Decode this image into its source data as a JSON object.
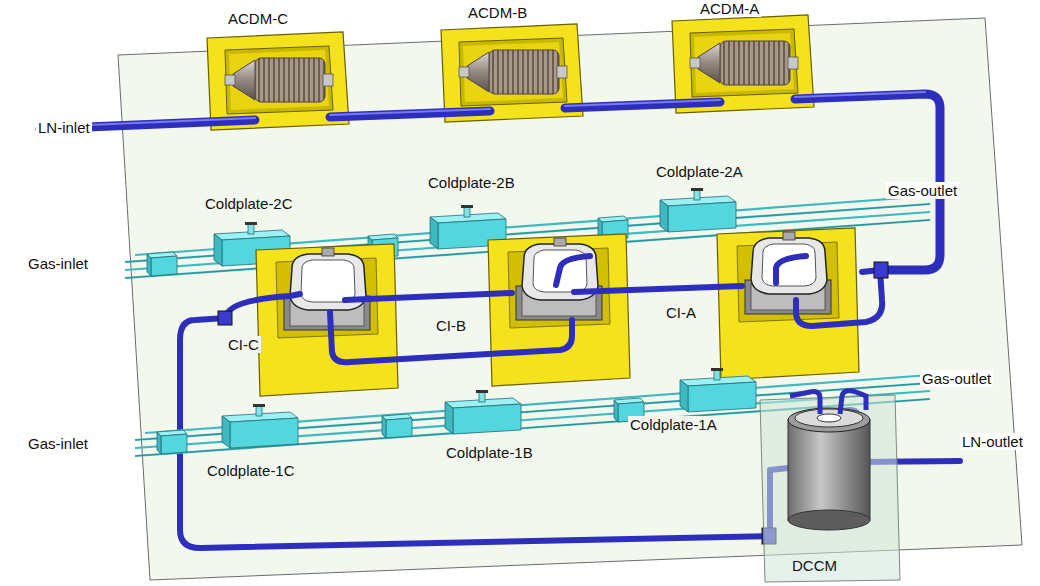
{
  "diagram": {
    "labels": [
      "ACDM-C",
      "ACDM-B",
      "ACDM-A",
      "LN-inlet",
      "Coldplate-2A",
      "Coldplate-2B",
      "Coldplate-2C",
      "Gas-outlet",
      "Gas-inlet",
      "CI-A",
      "CI-B",
      "CI-C",
      "Gas-outlet",
      "Gas-inlet",
      "Coldplate-1A",
      "Coldplate-1B",
      "Coldplate-1C",
      "LN-outlet",
      "DCCM"
    ]
  }
}
